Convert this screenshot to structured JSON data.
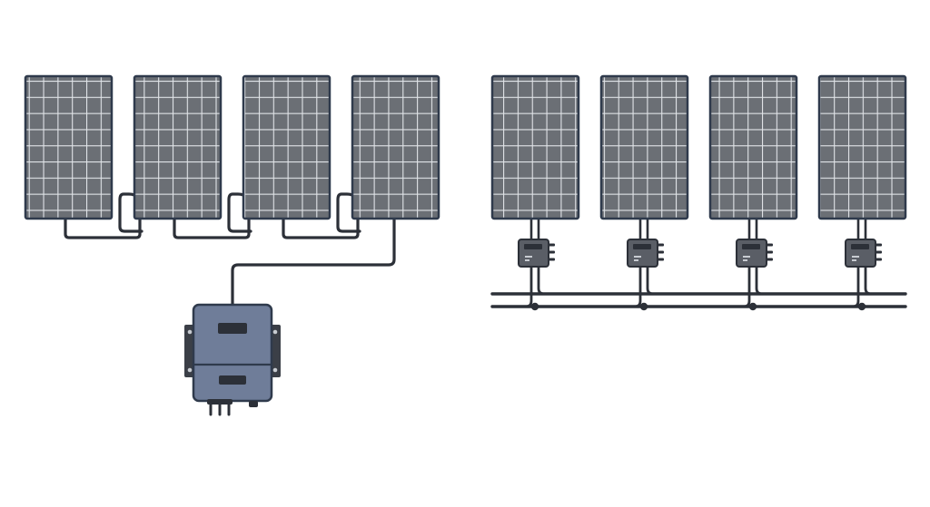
{
  "diagram": {
    "left_system": {
      "topology": "string-inverter",
      "panel_count": 4,
      "inverter_count": 1
    },
    "right_system": {
      "topology": "microinverters",
      "panel_count": 4,
      "microinverter_count": 4,
      "trunk_lines": 2
    }
  },
  "colors": {
    "background": "#ffffff",
    "panel_cell": "#6b6f75",
    "panel_grid": "#e1e4e8",
    "panel_frame": "#2f3a4c",
    "cable": "#2c3038",
    "inverter_body": "#6f7d99",
    "inverter_dark": "#3b3f47",
    "micro_body": "#5a5e66"
  },
  "icons": {
    "panel": "solar-panel-icon",
    "inverter": "string-inverter-icon",
    "micro": "microinverter-icon"
  }
}
